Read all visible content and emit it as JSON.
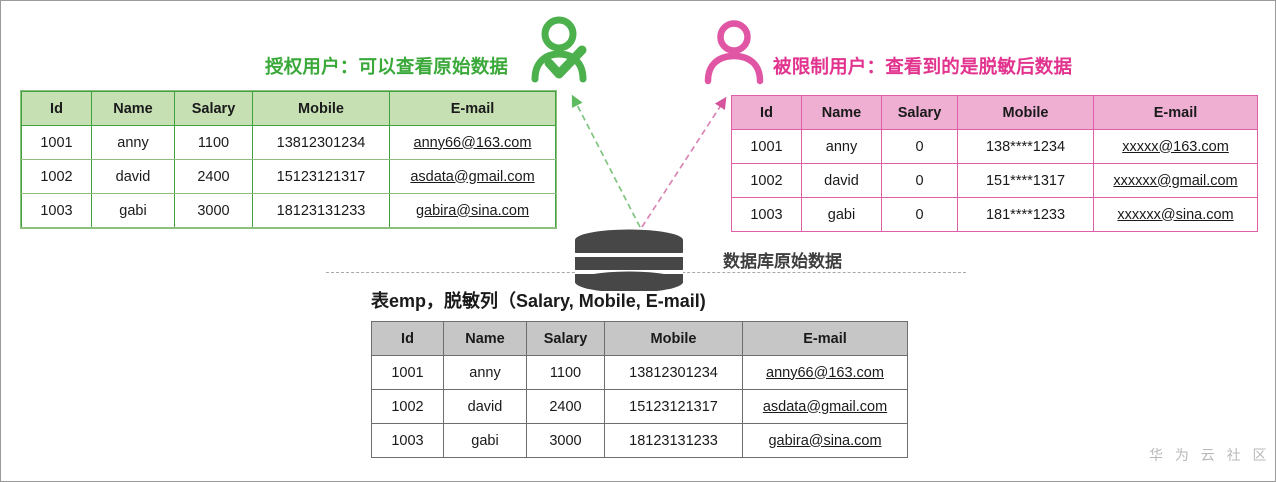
{
  "authorized": {
    "headline": "授权用户：可以查看原始数据",
    "accent_color": "#3aa93a",
    "table": {
      "columns": [
        "Id",
        "Name",
        "Salary",
        "Mobile",
        "E-mail"
      ],
      "rows": [
        [
          "1001",
          "anny",
          "1100",
          "13812301234",
          "anny66@163.com"
        ],
        [
          "1002",
          "david",
          "2400",
          "15123121317",
          "asdata@gmail.com"
        ],
        [
          "1003",
          "gabi",
          "3000",
          "18123131233",
          "gabira@sina.com"
        ]
      ],
      "header_bg": "#c6e0b4",
      "border_color": "#3fa23f"
    }
  },
  "restricted": {
    "headline": "被限制用户：查看到的是脱敏后数据",
    "accent_color": "#e2338f",
    "table": {
      "columns": [
        "Id",
        "Name",
        "Salary",
        "Mobile",
        "E-mail"
      ],
      "rows": [
        [
          "1001",
          "anny",
          "0",
          "138****1234",
          "xxxxx@163.com"
        ],
        [
          "1002",
          "david",
          "0",
          "151****1317",
          "xxxxxx@gmail.com"
        ],
        [
          "1003",
          "gabi",
          "0",
          "181****1233",
          "xxxxxx@sina.com"
        ]
      ],
      "header_bg": "#eeafd3",
      "border_color": "#dd5fa8"
    }
  },
  "database": {
    "label": "数据库原始数据",
    "icon": "database-cylinder-icon",
    "color": "#474747"
  },
  "source": {
    "caption": "表emp，脱敏列（Salary, Mobile, E-mail)",
    "table": {
      "columns": [
        "Id",
        "Name",
        "Salary",
        "Mobile",
        "E-mail"
      ],
      "rows": [
        [
          "1001",
          "anny",
          "1100",
          "13812301234",
          "anny66@163.com"
        ],
        [
          "1002",
          "david",
          "2400",
          "15123121317",
          "asdata@gmail.com"
        ],
        [
          "1003",
          "gabi",
          "3000",
          "18123131233",
          "gabira@sina.com"
        ]
      ],
      "header_bg": "#c6c6c6",
      "border_color": "#6e6e6e"
    }
  },
  "icons": {
    "authorized_user": "user-check-icon",
    "restricted_user": "user-icon"
  },
  "watermark": "华 为 云 社 区",
  "link_color": "#1f4ea1"
}
